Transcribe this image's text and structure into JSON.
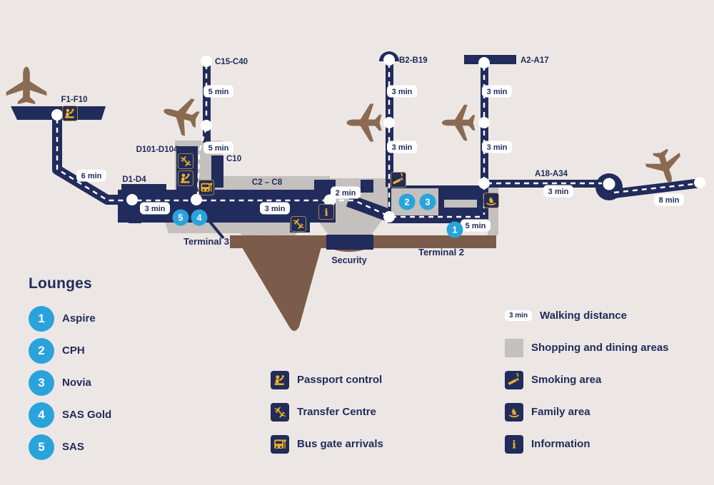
{
  "colors": {
    "background": "#ece7e4",
    "navy": "#212b5c",
    "lounge_blue": "#2aa3dc",
    "shopping_gray": "#c4c0be",
    "landside_brown": "#7b5b49",
    "plane_brown": "#8a6a52",
    "icon_yellow": "#f0b322",
    "route_white": "#ffffff"
  },
  "icons": {
    "passport": "passport-control-icon",
    "transfer": "transfer-centre-icon",
    "bus": "bus-gate-arrivals-icon",
    "smoking": "smoking-area-icon",
    "family": "family-area-icon",
    "information": "information-icon",
    "airplane": "airplane-icon",
    "node": "route-node-dot"
  },
  "map": {
    "gates": {
      "f1_f10": "F1-F10",
      "c15_c40": "C15-C40",
      "d101_d104": "D101-D104",
      "c10": "C10",
      "d1_d4": "D1-D4",
      "c2_c8": "C2 – C8",
      "b2_b19": "B2-B19",
      "a2_a17": "A2-A17",
      "a18_a34": "A18-A34"
    },
    "areas": {
      "terminal3": "Terminal 3",
      "terminal2": "Terminal 2",
      "security": "Security"
    },
    "walk": {
      "f": "6 min",
      "d": "3 min",
      "mid": "3 min",
      "c_upper": "5 min",
      "c_lower": "5 min",
      "center": "2 min",
      "b_upper": "3 min",
      "b_lower": "3 min",
      "a_upper": "3 min",
      "a_lower": "3 min",
      "a18": "3 min",
      "t2": "5 min",
      "east": "8 min"
    }
  },
  "lounges": {
    "title": "Lounges",
    "items": [
      {
        "num": "1",
        "name": "Aspire"
      },
      {
        "num": "2",
        "name": "CPH"
      },
      {
        "num": "3",
        "name": "Novia"
      },
      {
        "num": "4",
        "name": "SAS Gold"
      },
      {
        "num": "5",
        "name": "SAS"
      }
    ]
  },
  "legend": {
    "walking": {
      "pill": "3 min",
      "label": "Walking distance"
    },
    "shopping": {
      "label": "Shopping and dining areas"
    },
    "facilities_left": [
      {
        "icon": "passport-control-icon",
        "label": "Passport control"
      },
      {
        "icon": "transfer-centre-icon",
        "label": "Transfer Centre"
      },
      {
        "icon": "bus-gate-arrivals-icon",
        "label": "Bus gate arrivals"
      }
    ],
    "facilities_right": [
      {
        "icon": "smoking-area-icon",
        "label": "Smoking area"
      },
      {
        "icon": "family-area-icon",
        "label": "Family area"
      },
      {
        "icon": "information-icon",
        "label": "Information"
      }
    ]
  }
}
